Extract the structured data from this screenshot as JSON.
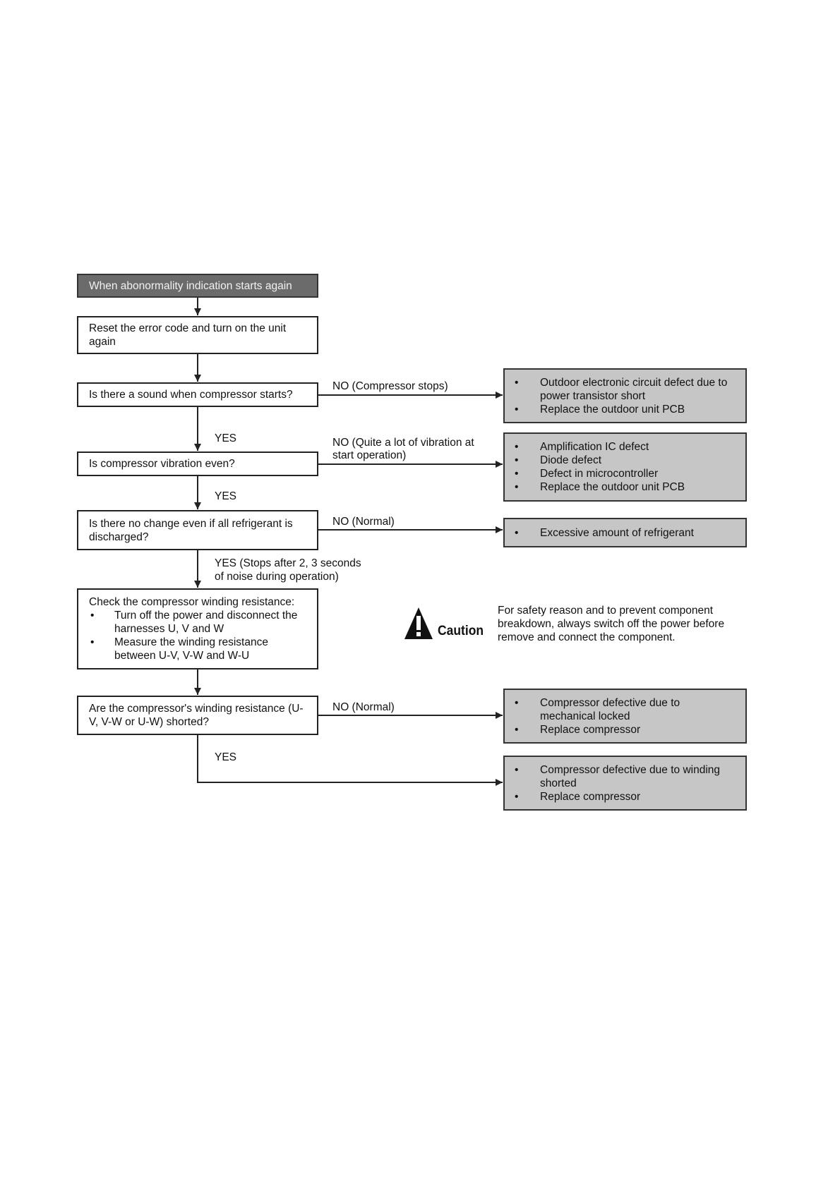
{
  "start": "When abonormality indication starts again",
  "step_reset": "Reset the error code and turn on the unit again",
  "q_sound": "Is there a sound when compressor starts?",
  "q_vibration": "Is compressor vibration even?",
  "q_refrigerant": "Is there no change even if all refrigerant is discharged?",
  "check": {
    "title": "Check the compressor winding resistance:",
    "items": [
      "Turn off the power and disconnect the harnesses U, V and W",
      "Measure the winding resistance between U-V, V-W and W-U"
    ]
  },
  "q_winding": "Are the compressor's winding resistance (U-V, V-W or U-W) shorted?",
  "labels": {
    "yes": "YES",
    "no_compressor_stops": "NO (Compressor stops)",
    "no_vibration_1": "NO (Quite a lot of vibration at",
    "no_vibration_2": "start operation)",
    "no_normal": "NO (Normal)",
    "yes_stops_1": "YES (Stops after 2, 3 seconds",
    "yes_stops_2": "of noise during operation)"
  },
  "results": {
    "r1": [
      "Outdoor electronic circuit defect due to power transistor short",
      "Replace the outdoor unit PCB"
    ],
    "r2": [
      "Amplification IC defect",
      "Diode defect",
      "Defect in microcontroller",
      "Replace the outdoor unit PCB"
    ],
    "r3": [
      "Excessive amount of refrigerant"
    ],
    "r4": [
      "Compressor defective due to mechanical locked",
      "Replace compressor"
    ],
    "r5": [
      "Compressor defective due to winding shorted",
      "Replace compressor"
    ]
  },
  "caution": {
    "word": "Caution",
    "text": "For safety reason and to prevent component breakdown, always switch off the power before remove and connect the component.",
    "icon": "warning-triangle-icon"
  },
  "colors": {
    "start_fill": "#6b6b6b",
    "result_fill": "#c6c6c6",
    "line": "#222222"
  }
}
